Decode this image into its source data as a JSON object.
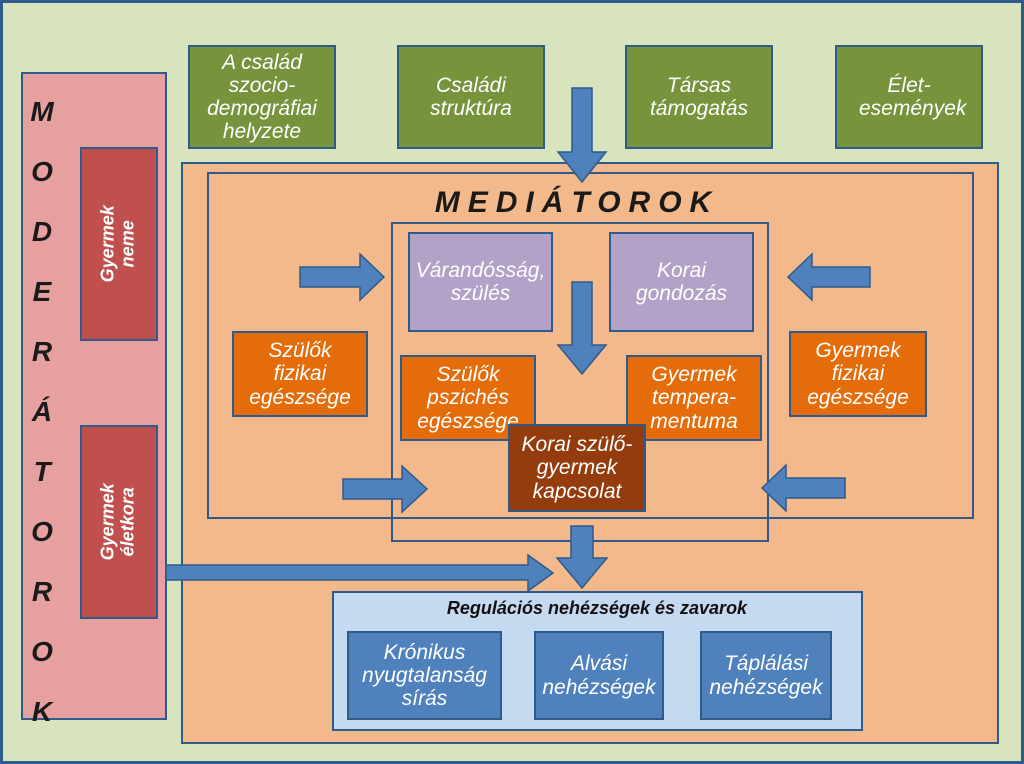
{
  "moderators": {
    "letters": [
      "M",
      "O",
      "D",
      "E",
      "R",
      "Á",
      "T",
      "O",
      "R",
      "O",
      "K"
    ],
    "gender": "Gyermek neme",
    "age": "Gyermek életkora"
  },
  "top_factors": [
    "A család szocio-demográfiai helyzete",
    "Családi struktúra",
    "Társas támogatás",
    "Élet-események"
  ],
  "mediators": {
    "title": "MEDIÁTOROK",
    "pregnancy": "Várandósság, szülés",
    "early_care": "Korai gondozás",
    "parent_physical": "Szülők fizikai egészsége",
    "parent_mental": "Szülők pszichés egészsége",
    "temperament": "Gyermek tempera-mentuma",
    "child_physical": "Gyermek fizikai egészsége",
    "relationship": "Korai szülő-gyermek kapcsolat"
  },
  "regulation": {
    "title": "Regulációs nehézségek és zavarok",
    "items": [
      "Krónikus nyugtalanság sírás",
      "Alvási nehézségek",
      "Táplálási nehézségek"
    ]
  },
  "colors": {
    "background": "#d7e4bd",
    "moderator_panel": "#e6a0a0",
    "mediator_panel": "#f4b98a",
    "regulation_panel": "#c5d9f1",
    "green_box": "#77933c",
    "arrow": "#4f81bd"
  }
}
